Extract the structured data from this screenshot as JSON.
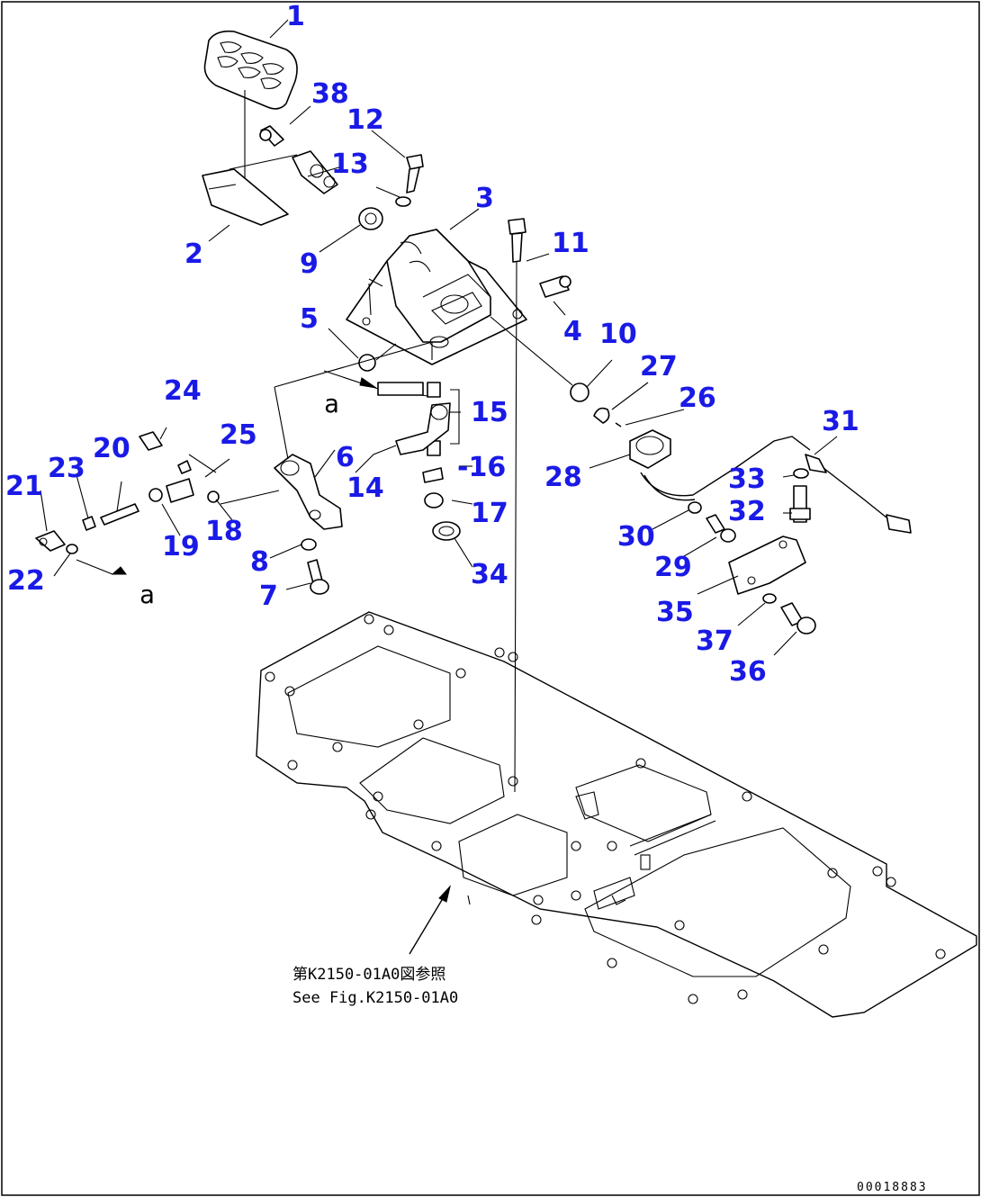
{
  "callouts": [
    {
      "id": "1",
      "label": "1"
    },
    {
      "id": "2",
      "label": "2"
    },
    {
      "id": "3",
      "label": "3"
    },
    {
      "id": "4",
      "label": "4"
    },
    {
      "id": "5",
      "label": "5"
    },
    {
      "id": "6",
      "label": "6"
    },
    {
      "id": "7",
      "label": "7"
    },
    {
      "id": "8",
      "label": "8"
    },
    {
      "id": "9",
      "label": "9"
    },
    {
      "id": "10",
      "label": "10"
    },
    {
      "id": "11",
      "label": "11"
    },
    {
      "id": "12",
      "label": "12"
    },
    {
      "id": "13",
      "label": "13"
    },
    {
      "id": "14",
      "label": "14"
    },
    {
      "id": "15",
      "label": "15"
    },
    {
      "id": "16",
      "label": "-16"
    },
    {
      "id": "17",
      "label": "17"
    },
    {
      "id": "18",
      "label": "18"
    },
    {
      "id": "19",
      "label": "19"
    },
    {
      "id": "20",
      "label": "20"
    },
    {
      "id": "21",
      "label": "21"
    },
    {
      "id": "22",
      "label": "22"
    },
    {
      "id": "23",
      "label": "23"
    },
    {
      "id": "24",
      "label": "24"
    },
    {
      "id": "25",
      "label": "25"
    },
    {
      "id": "26",
      "label": "26"
    },
    {
      "id": "27",
      "label": "27"
    },
    {
      "id": "28",
      "label": "28"
    },
    {
      "id": "29",
      "label": "29"
    },
    {
      "id": "30",
      "label": "30"
    },
    {
      "id": "31",
      "label": "31"
    },
    {
      "id": "32",
      "label": "32"
    },
    {
      "id": "33",
      "label": "33"
    },
    {
      "id": "34",
      "label": "34"
    },
    {
      "id": "35",
      "label": "35"
    },
    {
      "id": "36",
      "label": "36"
    },
    {
      "id": "37",
      "label": "37"
    },
    {
      "id": "38",
      "label": "38"
    }
  ],
  "markers": {
    "a_top": "a",
    "a_bottom": "a"
  },
  "reference_note": {
    "line1": "第K2150-01A0図参照",
    "line2": "See Fig.K2150-01A0"
  },
  "drawing_number": "00018883",
  "colors": {
    "callout": "#1a1ae6",
    "line": "#000000",
    "background": "#ffffff"
  }
}
